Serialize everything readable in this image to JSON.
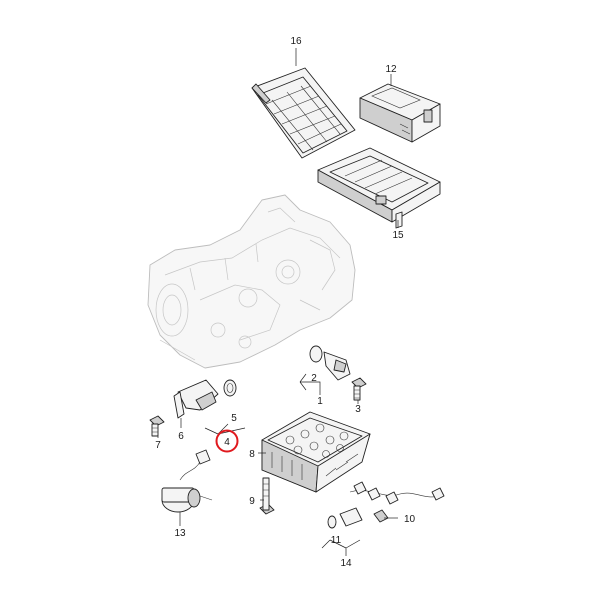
{
  "callouts": {
    "c16": "16",
    "c12": "12",
    "c15": "15",
    "c2": "2",
    "c1": "1",
    "c3": "3",
    "c5": "5",
    "c4": "4",
    "c6": "6",
    "c7": "7",
    "c8": "8",
    "c9": "9",
    "c10": "10",
    "c11": "11",
    "c13": "13",
    "c14": "14"
  },
  "highlight": {
    "callout": "4",
    "color": "#e0191e"
  }
}
